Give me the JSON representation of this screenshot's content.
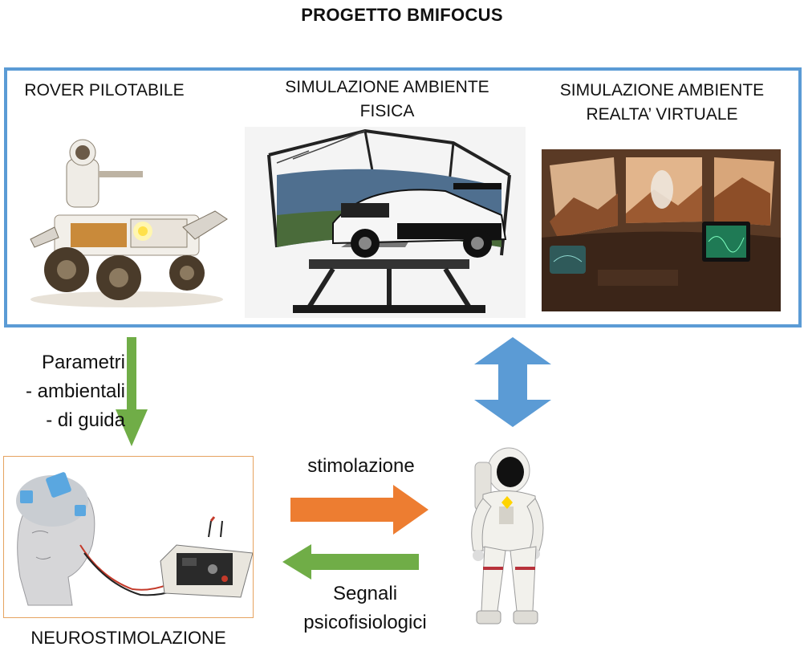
{
  "title": "PROGETTO BMIFOCUS",
  "panels": {
    "rover": "ROVER PILOTABILE",
    "physical": "SIMULAZIONE AMBIENTE\nFISICA",
    "vr": "SIMULAZIONE AMBIENTE\nREALTA’ VIRTUALE"
  },
  "params_label": "Parametri\n- ambientali\n- di guida",
  "neuro_label": "NEUROSTIMOLAZIONE",
  "stim_label": "stimolazione",
  "signals_label": "Segnali\npsicofisiologici",
  "colors": {
    "frame": "#5b9bd5",
    "green_arrow": "#70ad47",
    "orange_arrow": "#ed7d31",
    "blue_arrow": "#5b9bd5",
    "neuro_border": "#e6a360"
  }
}
